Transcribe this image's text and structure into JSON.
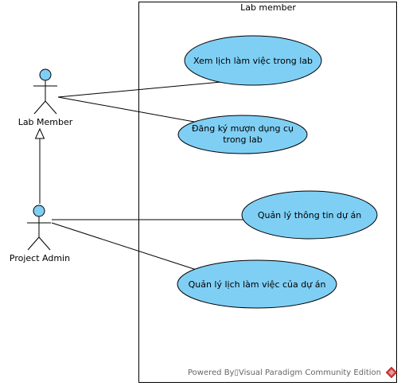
{
  "system": {
    "title": "Lab member"
  },
  "actors": {
    "lab_member": "Lab Member",
    "project_admin": "Project Admin"
  },
  "use_cases": {
    "uc1": "Xem lịch làm việc trong lab",
    "uc2_line1": "Đăng ký mượn dụng cụ",
    "uc2_line2": "trong lab",
    "uc3": "Quản lý thông tin dự án",
    "uc4": "Quản lý lịch làm việc của dự án"
  },
  "watermark": "Powered By▯Visual Paradigm Community Edition",
  "colors": {
    "use_case_fill": "#7FCFF5",
    "actor_head_fill": "#7FCFF5",
    "stroke": "#000000",
    "logo_red": "#CC3333"
  }
}
